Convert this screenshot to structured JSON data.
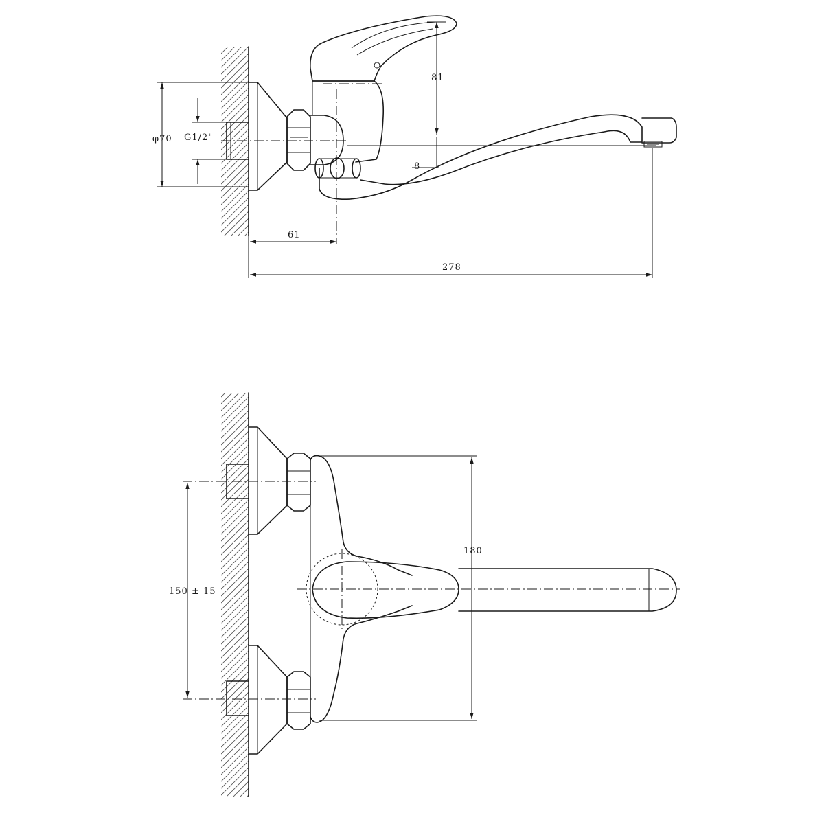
{
  "side_view": {
    "dim_height": "81",
    "dim_outlet": "8",
    "dim_diameter": "φ70",
    "dim_thread": "G1/2\"",
    "dim_depth": "61",
    "dim_length": "278"
  },
  "front_view": {
    "dim_spacing": "150 ± 15",
    "dim_span": "180"
  }
}
